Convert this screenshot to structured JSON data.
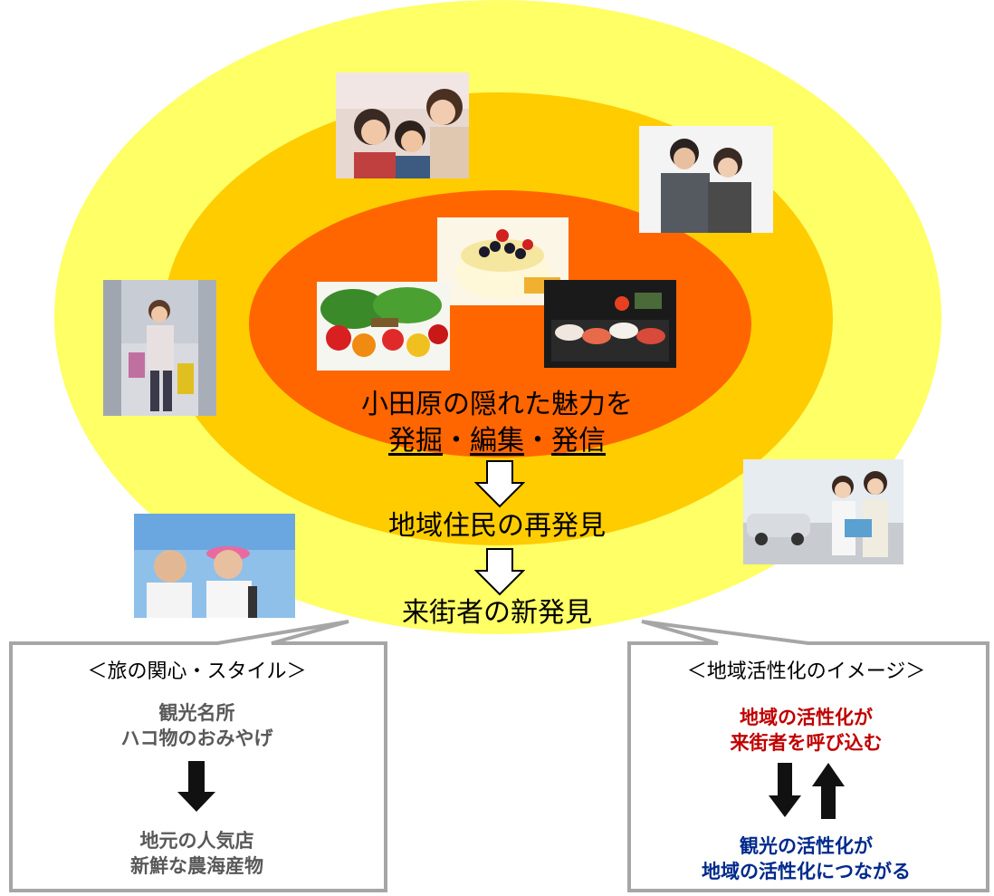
{
  "center": {
    "headline_line1": "小田原の隠れた魅力を",
    "action_1": "発掘",
    "separator_1": "・",
    "action_2": "編集",
    "separator_2": "・",
    "action_3": "発信",
    "step_1": "地域住民の再発見",
    "step_2": "来街者の新発見"
  },
  "left_callout": {
    "title": "＜旅の関心・スタイル＞",
    "before_line1": "観光名所",
    "before_line2": "ハコ物のおみやげ",
    "after_line1": "地元の人気店",
    "after_line2": "新鮮な農海産物"
  },
  "right_callout": {
    "title": "＜地域活性化のイメージ＞",
    "top_line1": "地域の活性化が",
    "top_line2": "来街者を呼び込む",
    "bottom_line1": "観光の活性化が",
    "bottom_line2": "地域の活性化につながる"
  },
  "colors": {
    "outer_ring": "#ffff66",
    "middle_ring": "#ffcc00",
    "inner_ring": "#ff6600",
    "red_text": "#c00000",
    "blue_text": "#002a8c",
    "gray_text": "#595959"
  }
}
